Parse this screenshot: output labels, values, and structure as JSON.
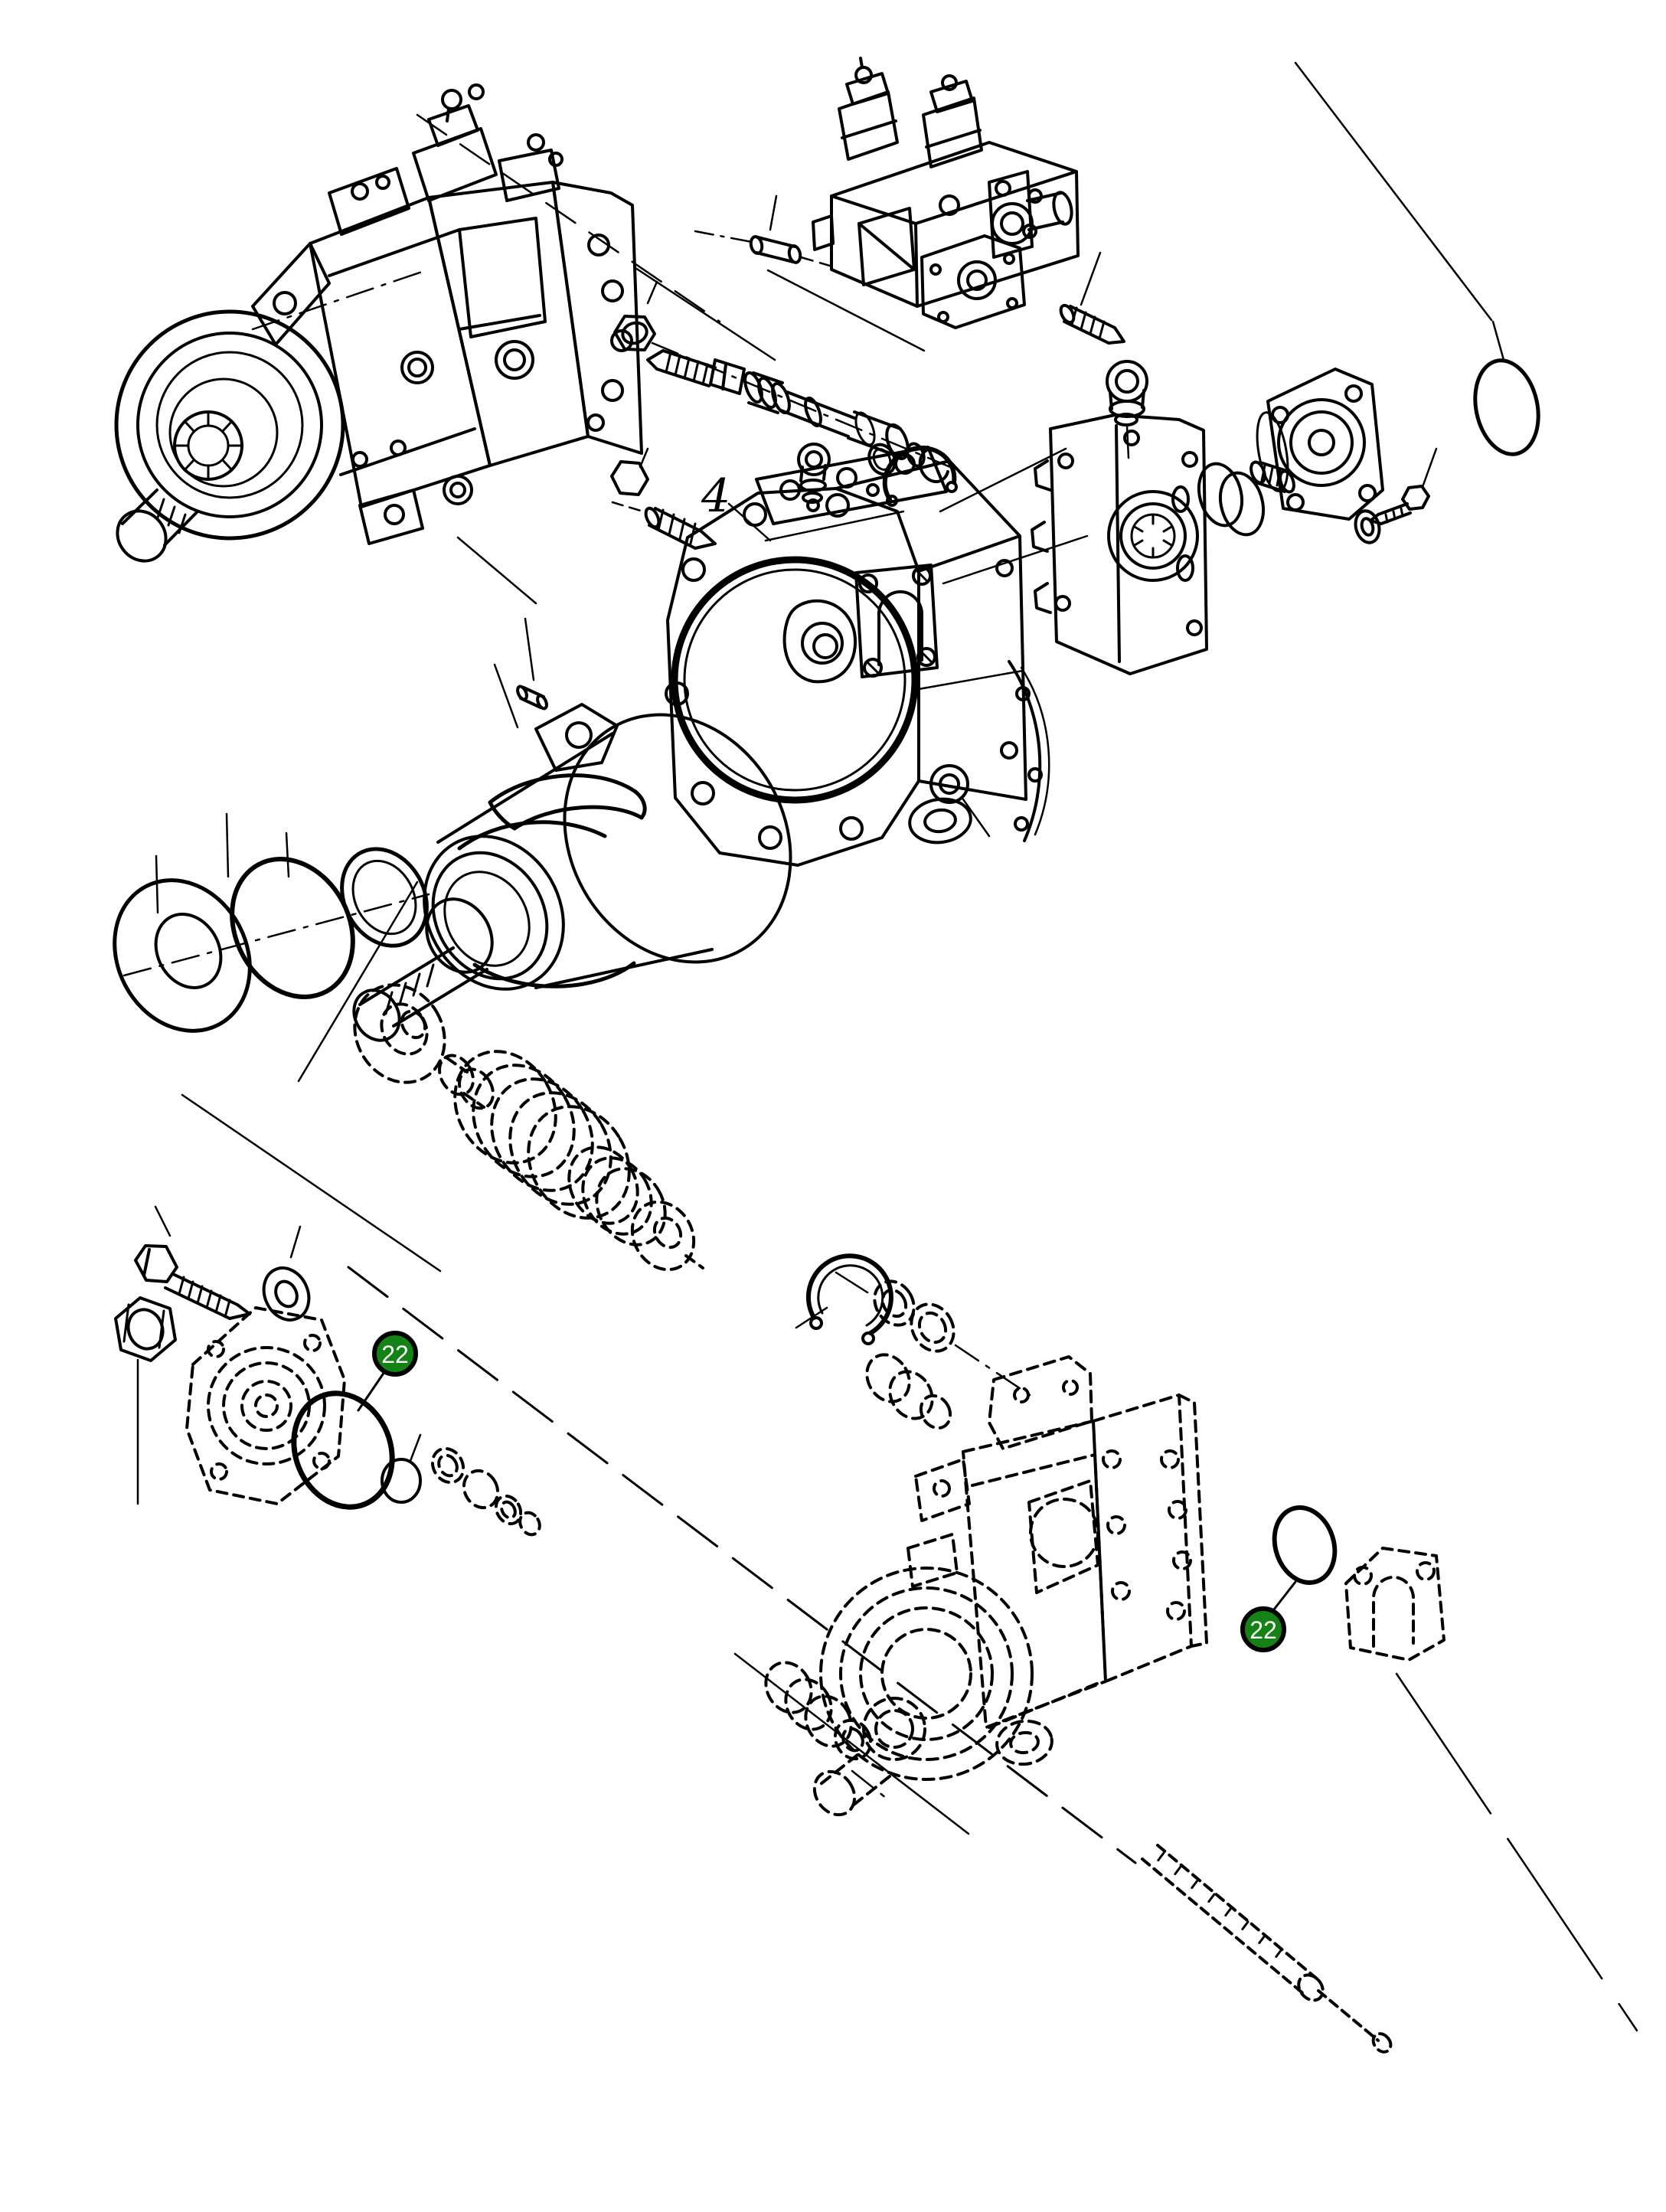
{
  "page": {
    "background_color": "#ffffff",
    "ink_color": "#000000"
  },
  "diagram": {
    "type": "exploded-parts-diagram",
    "item_label": {
      "text": "4"
    },
    "badge": {
      "fill": "#148214",
      "ring": "#000000",
      "text_color": "#ffffff"
    },
    "callouts": {
      "left": {
        "label": "22"
      },
      "right": {
        "label": "22"
      }
    }
  }
}
